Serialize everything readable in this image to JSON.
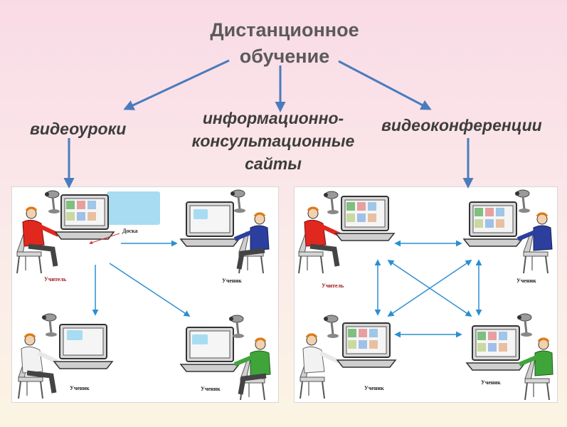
{
  "title": [
    "Дистанционное",
    "обучение"
  ],
  "branches": {
    "videolessons": "видеоуроки",
    "info_sites": [
      "информационно-",
      "консультационные",
      "сайты"
    ],
    "videoconferences": "видеоконференции"
  },
  "left_panel": {
    "teacher_label": "Учитель",
    "board_label": "Доска",
    "student_labels": [
      "Ученик",
      "Ученик",
      "Ученик"
    ]
  },
  "right_panel": {
    "teacher_label": "Учитель",
    "student_labels": [
      "Ученик",
      "Ученик",
      "Ученик"
    ]
  },
  "colors": {
    "arrow": "#4a7cbd",
    "panel_arrow": "#2a8fd0",
    "title": "#5a5a5a",
    "teacher": "#e0281e",
    "student_blue": "#2c3f9e",
    "student_green": "#3fa53a",
    "student_white": "#f2f2f2"
  }
}
